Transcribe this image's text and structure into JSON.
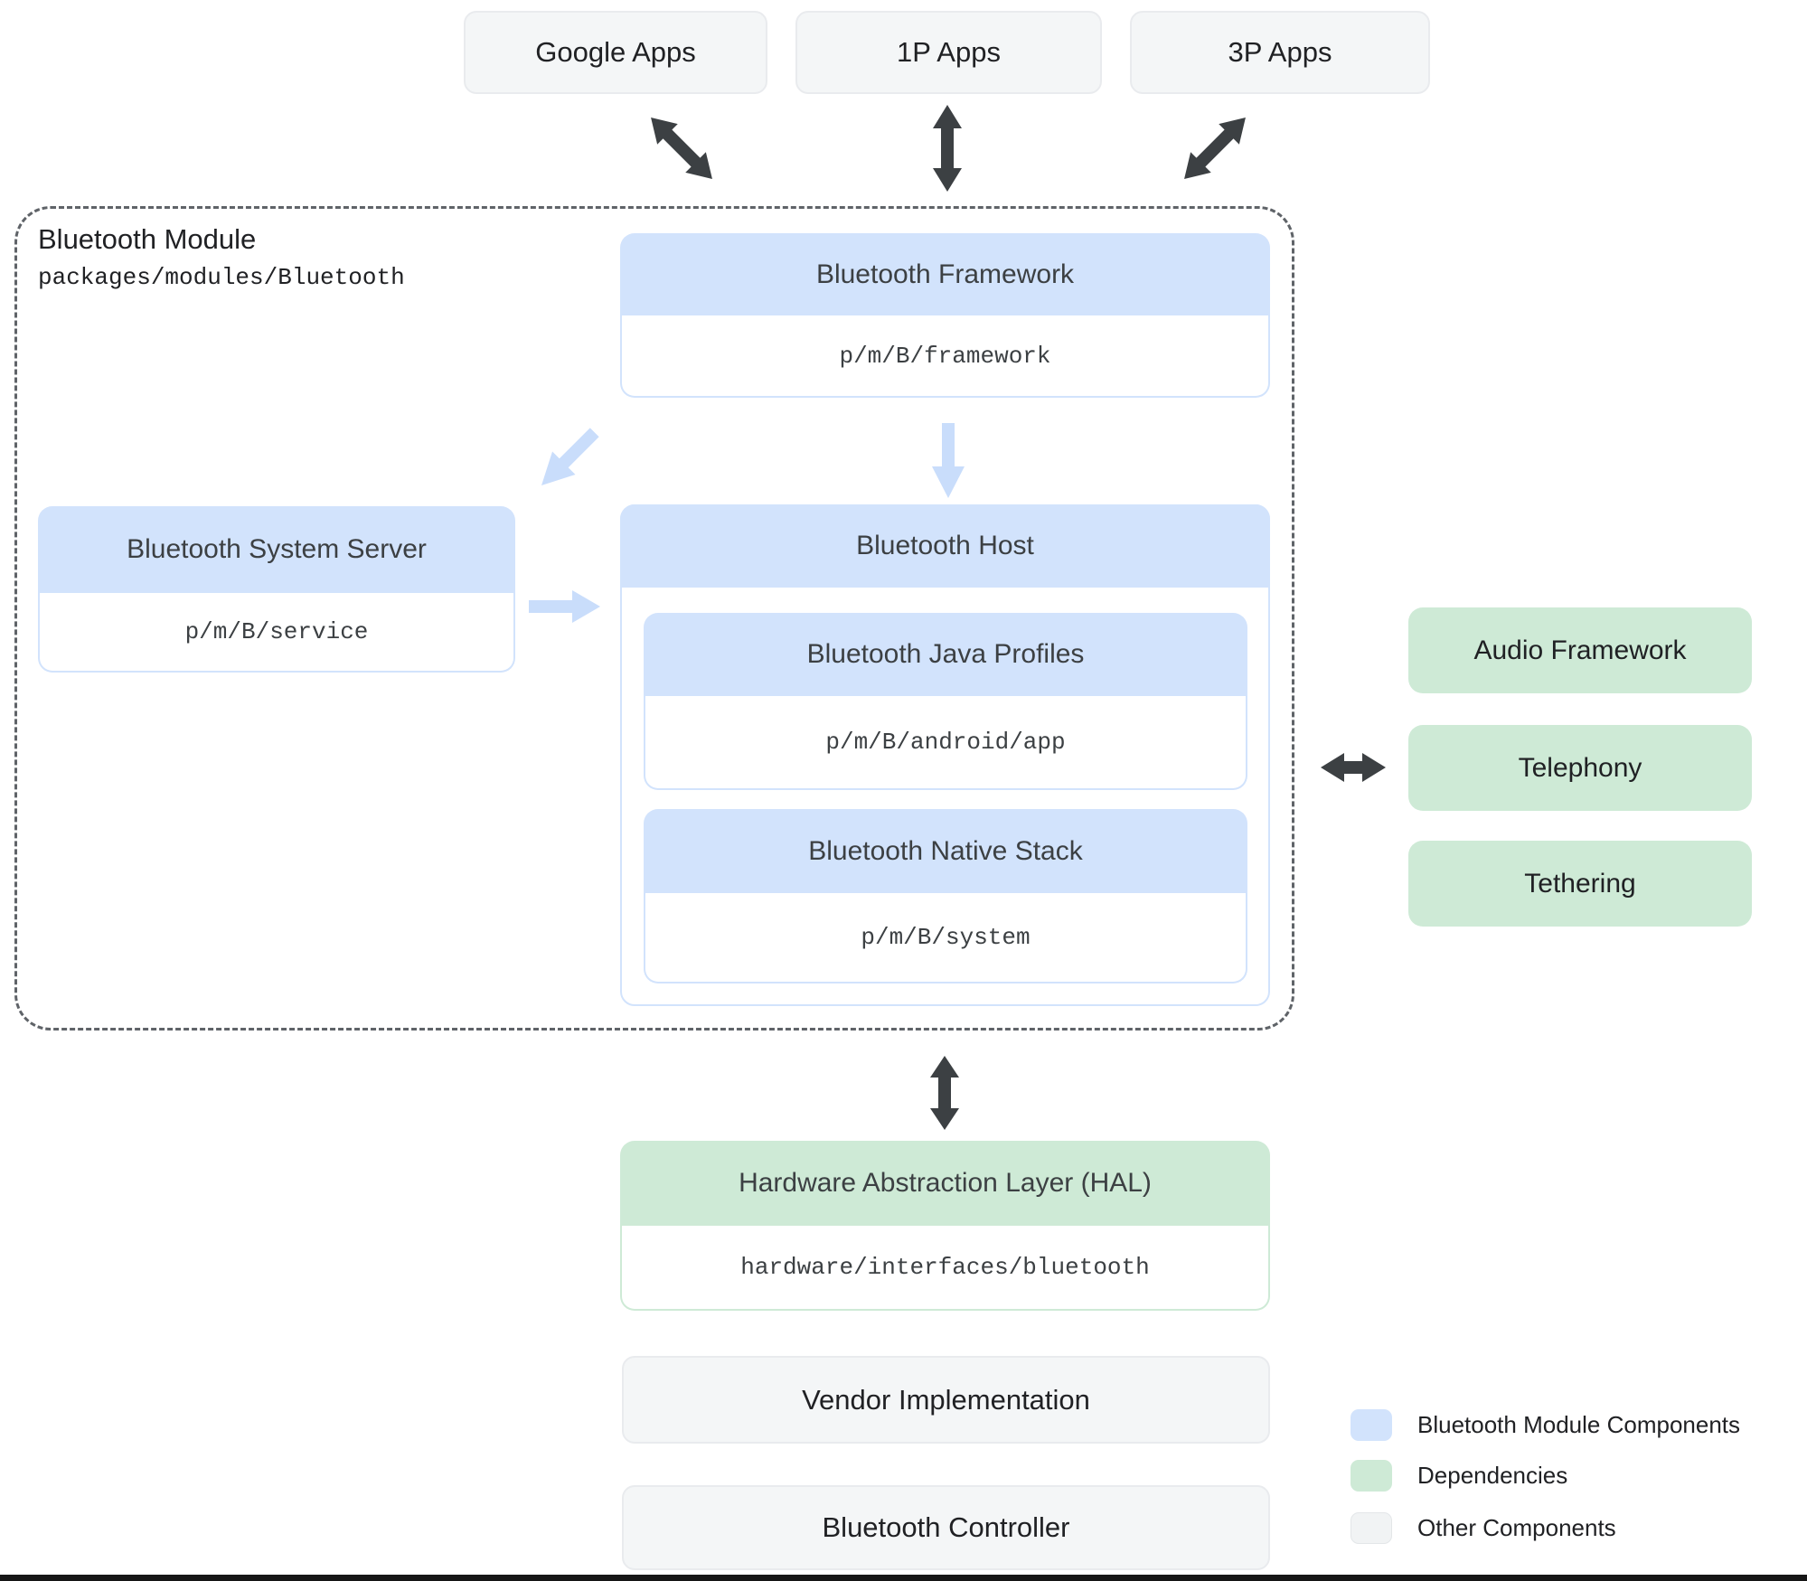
{
  "top_apps": [
    {
      "label": "Google Apps"
    },
    {
      "label": "1P Apps"
    },
    {
      "label": "3P Apps"
    }
  ],
  "module": {
    "title": "Bluetooth Module",
    "path": "packages/modules/Bluetooth",
    "framework": {
      "title": "Bluetooth Framework",
      "path": "p/m/B/framework"
    },
    "system_server": {
      "title": "Bluetooth System Server",
      "path": "p/m/B/service"
    },
    "host": {
      "title": "Bluetooth Host",
      "java_profiles": {
        "title": "Bluetooth Java Profiles",
        "path": "p/m/B/android/app"
      },
      "native_stack": {
        "title": "Bluetooth Native Stack",
        "path": "p/m/B/system"
      }
    }
  },
  "dependencies": [
    {
      "label": "Audio Framework"
    },
    {
      "label": "Telephony"
    },
    {
      "label": "Tethering"
    }
  ],
  "hal": {
    "title": "Hardware Abstraction Layer (HAL)",
    "path": "hardware/interfaces/bluetooth"
  },
  "other_components": [
    {
      "label": "Vendor Implementation"
    },
    {
      "label": "Bluetooth Controller"
    }
  ],
  "legend": {
    "items": [
      {
        "label": "Bluetooth Module Components",
        "color": "#d2e3fc"
      },
      {
        "label": "Dependencies",
        "color": "#ceead6"
      },
      {
        "label": "Other Components",
        "color": "#f1f3f4"
      }
    ]
  },
  "colors": {
    "module_component_fill": "#d2e3fc",
    "dependency_fill": "#ceead6",
    "other_fill": "#f1f3f4",
    "dark_arrow": "#3c4043",
    "light_arrow": "#c9ddfb",
    "dashed_border": "#5f6368",
    "title_text": "#3c4043",
    "label_text": "#202124"
  }
}
